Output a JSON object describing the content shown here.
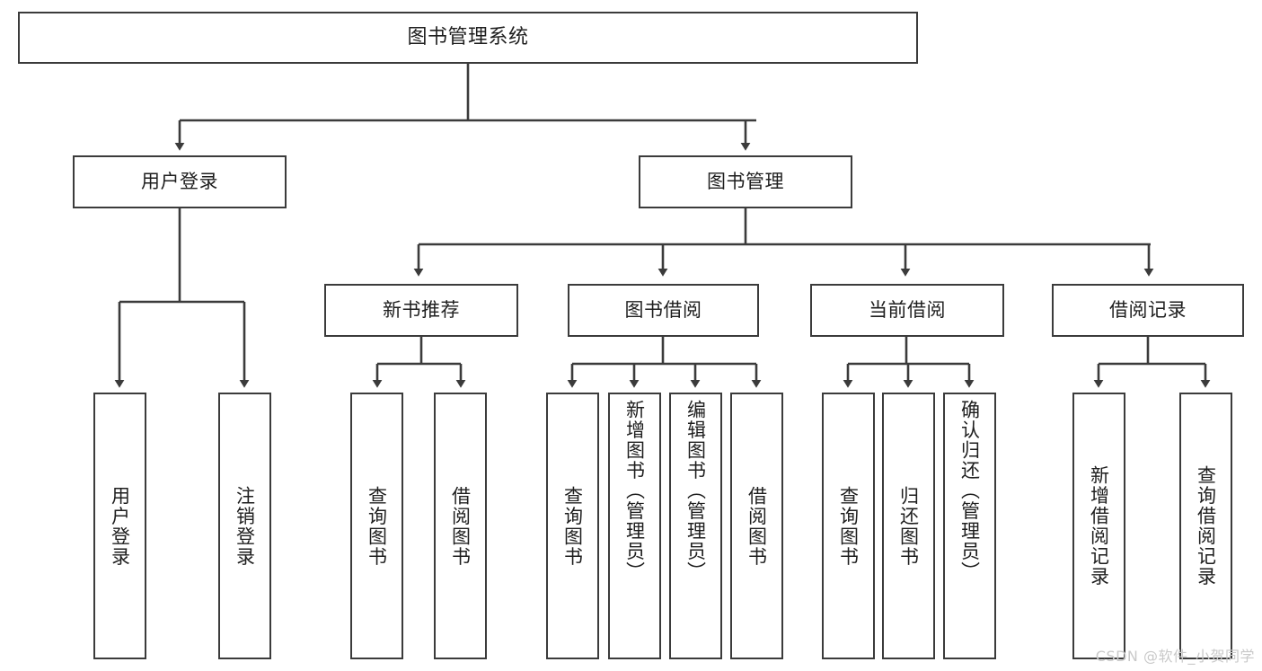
{
  "diagram": {
    "type": "tree-hierarchy",
    "title": "图书管理系统",
    "watermark": "CSDN @软件_小贺同学",
    "colors": {
      "stroke": "#3b3b3b",
      "fill": "#ffffff",
      "text": "#1e1e1e",
      "watermark": "#c9c9c9"
    },
    "nodes": {
      "root": {
        "label": "图书管理系统"
      },
      "level2": [
        {
          "id": "user-login",
          "label": "用户登录"
        },
        {
          "id": "book-management",
          "label": "图书管理"
        }
      ],
      "level3": [
        {
          "id": "new-book-recommend",
          "label": "新书推荐"
        },
        {
          "id": "book-borrow",
          "label": "图书借阅"
        },
        {
          "id": "current-borrow",
          "label": "当前借阅"
        },
        {
          "id": "borrow-record",
          "label": "借阅记录"
        }
      ],
      "leaves": {
        "user_login": [
          {
            "id": "leaf-user-login",
            "label": "用户登录"
          },
          {
            "id": "leaf-logout-login",
            "label": "注销登录"
          }
        ],
        "new_book_recommend": [
          {
            "id": "leaf-query-book-1",
            "label": "查询图书"
          },
          {
            "id": "leaf-borrow-book-1",
            "label": "借阅图书"
          }
        ],
        "book_borrow": [
          {
            "id": "leaf-query-book-2",
            "label": "查询图书"
          },
          {
            "id": "leaf-add-book",
            "label": "新增图书（管理员）"
          },
          {
            "id": "leaf-edit-book",
            "label": "编辑图书（管理员）"
          },
          {
            "id": "leaf-borrow-book-2",
            "label": "借阅图书"
          }
        ],
        "current_borrow": [
          {
            "id": "leaf-query-book-3",
            "label": "查询图书"
          },
          {
            "id": "leaf-return-book",
            "label": "归还图书"
          },
          {
            "id": "leaf-confirm-return",
            "label": "确认归还（管理员）"
          }
        ],
        "borrow_record": [
          {
            "id": "leaf-add-record",
            "label": "新增借阅记录"
          },
          {
            "id": "leaf-query-record",
            "label": "查询借阅记录"
          }
        ]
      }
    },
    "edges": [
      {
        "from": "root",
        "to": "user-login"
      },
      {
        "from": "root",
        "to": "book-management"
      },
      {
        "from": "user-login",
        "to": "leaf-user-login"
      },
      {
        "from": "user-login",
        "to": "leaf-logout-login"
      },
      {
        "from": "book-management",
        "to": "new-book-recommend"
      },
      {
        "from": "book-management",
        "to": "book-borrow"
      },
      {
        "from": "book-management",
        "to": "current-borrow"
      },
      {
        "from": "book-management",
        "to": "borrow-record"
      },
      {
        "from": "new-book-recommend",
        "to": "leaf-query-book-1"
      },
      {
        "from": "new-book-recommend",
        "to": "leaf-borrow-book-1"
      },
      {
        "from": "book-borrow",
        "to": "leaf-query-book-2"
      },
      {
        "from": "book-borrow",
        "to": "leaf-add-book"
      },
      {
        "from": "book-borrow",
        "to": "leaf-edit-book"
      },
      {
        "from": "book-borrow",
        "to": "leaf-borrow-book-2"
      },
      {
        "from": "current-borrow",
        "to": "leaf-query-book-3"
      },
      {
        "from": "current-borrow",
        "to": "leaf-return-book"
      },
      {
        "from": "current-borrow",
        "to": "leaf-confirm-return"
      },
      {
        "from": "borrow-record",
        "to": "leaf-add-record"
      },
      {
        "from": "borrow-record",
        "to": "leaf-query-record"
      }
    ]
  }
}
